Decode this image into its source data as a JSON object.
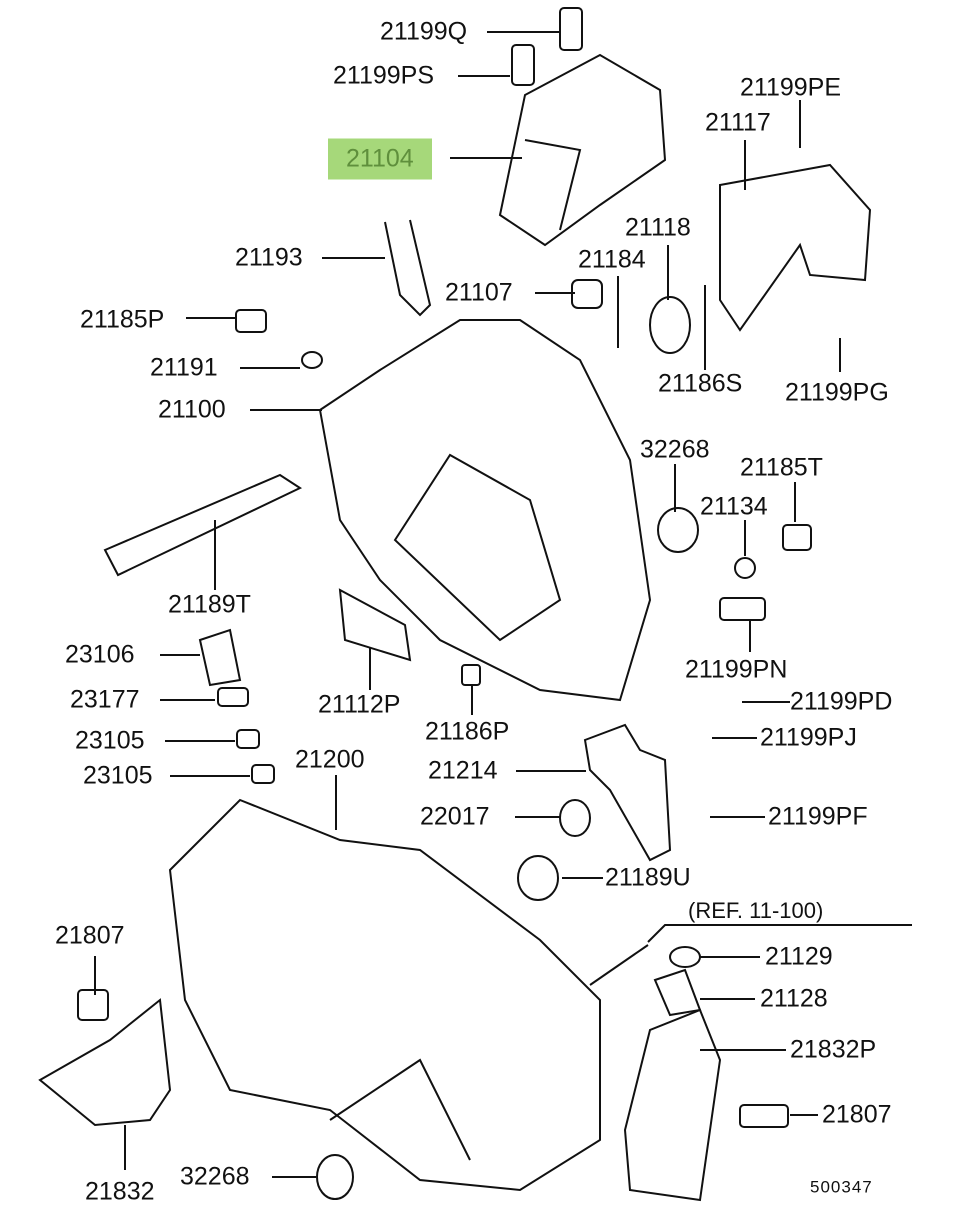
{
  "diagram": {
    "highlight_color": "#a6d87a",
    "highlighted_part": "21104",
    "labels": [
      "21199Q",
      "21199PS",
      "21104",
      "21199PE",
      "21117",
      "21118",
      "21193",
      "21184",
      "21107",
      "21185P",
      "21191",
      "21186S",
      "21199PG",
      "21100",
      "32268",
      "21185T",
      "21134",
      "21189T",
      "23106",
      "21112P",
      "23177",
      "21199PN",
      "21199PD",
      "21186P",
      "23105",
      "21199PJ",
      "21200",
      "23105",
      "21214",
      "22017",
      "21199PF",
      "21189U",
      "(REF. 11-100)",
      "21807",
      "21129",
      "21128",
      "21832P",
      "21807",
      "21832",
      "32268"
    ],
    "diagram_id": "500347"
  }
}
